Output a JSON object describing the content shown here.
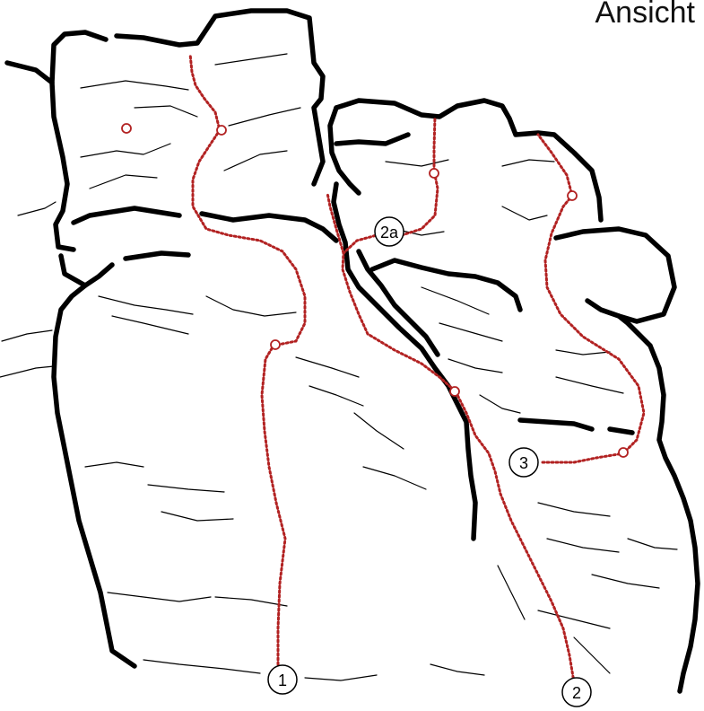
{
  "title": "Ansicht",
  "routes": [
    {
      "label": "1"
    },
    {
      "label": "2"
    },
    {
      "label": "2a"
    },
    {
      "label": "3"
    }
  ],
  "colors": {
    "route": "#b22222",
    "rock_outline": "#000000",
    "background": "#ffffff"
  }
}
